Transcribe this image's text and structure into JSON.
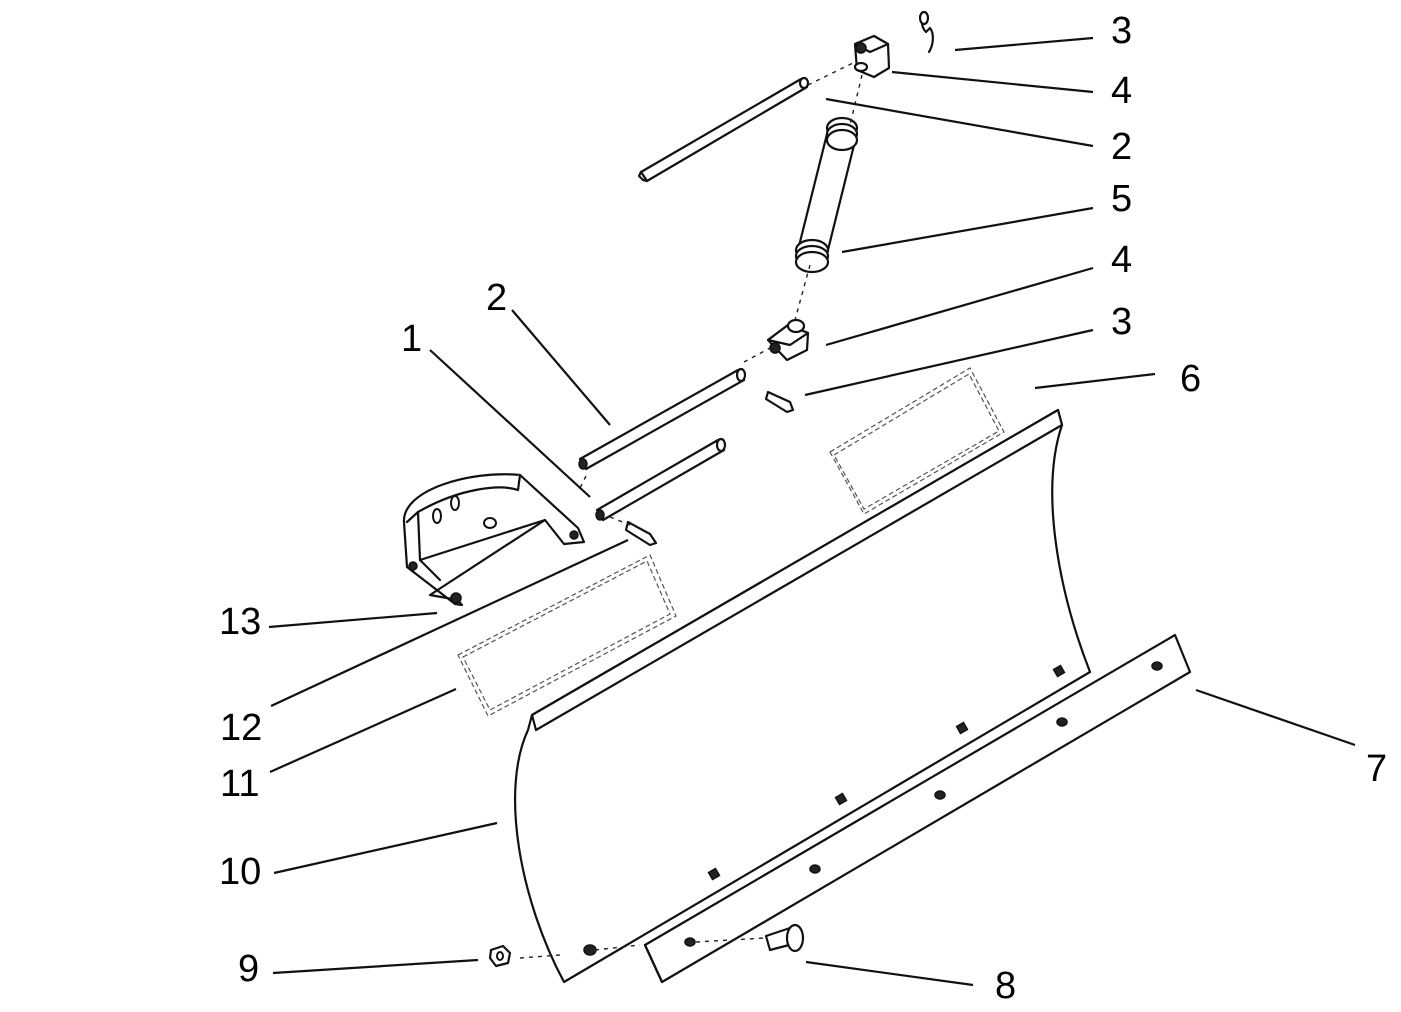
{
  "callouts": [
    {
      "id": "c3a",
      "text": "3"
    },
    {
      "id": "c4a",
      "text": "4"
    },
    {
      "id": "c2a",
      "text": "2"
    },
    {
      "id": "c5",
      "text": "5"
    },
    {
      "id": "c4b",
      "text": "4"
    },
    {
      "id": "c3b",
      "text": "3"
    },
    {
      "id": "c6",
      "text": "6"
    },
    {
      "id": "c2b",
      "text": "2"
    },
    {
      "id": "c1",
      "text": "1"
    },
    {
      "id": "c13",
      "text": "13"
    },
    {
      "id": "c12",
      "text": "12"
    },
    {
      "id": "c11",
      "text": "11"
    },
    {
      "id": "c10",
      "text": "10"
    },
    {
      "id": "c7",
      "text": "7"
    },
    {
      "id": "c9",
      "text": "9"
    },
    {
      "id": "c8",
      "text": "8"
    }
  ]
}
